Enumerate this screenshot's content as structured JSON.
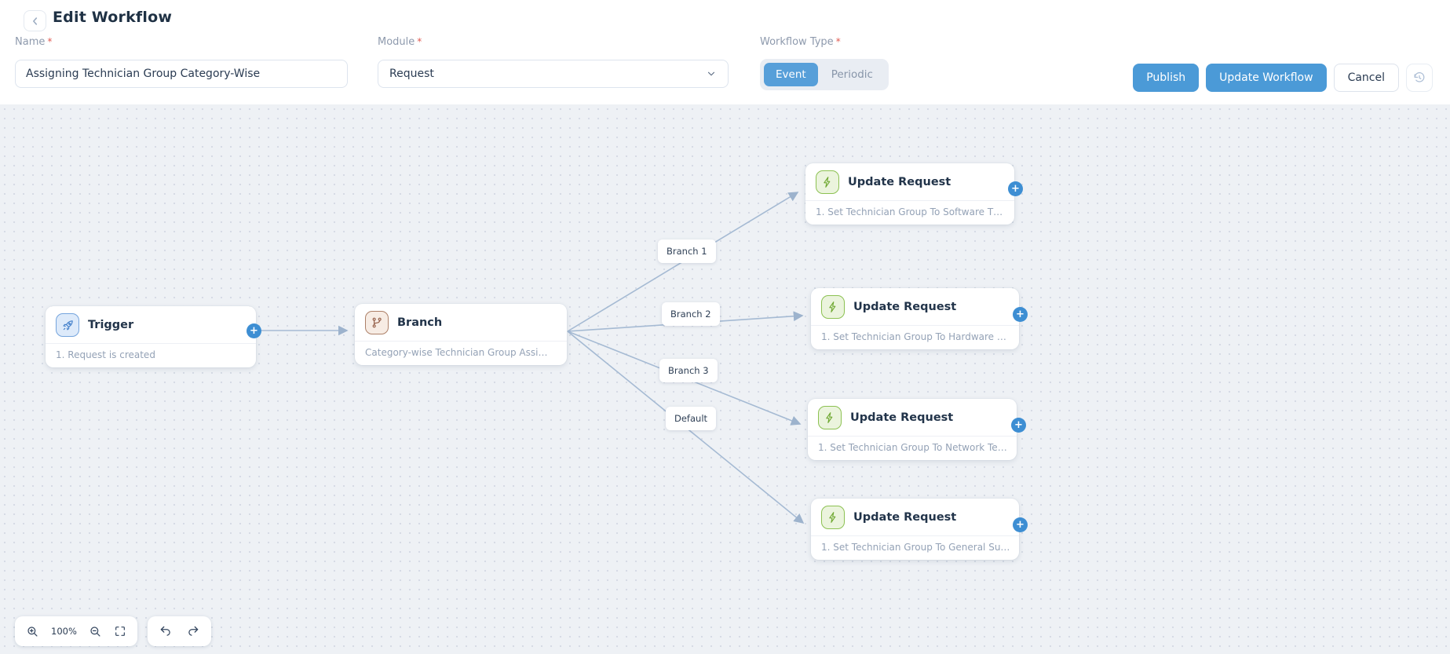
{
  "header": {
    "title": "Edit Workflow",
    "fields": {
      "name": {
        "label": "Name",
        "required_mark": "*",
        "value": "Assigning Technician Group Category-Wise"
      },
      "module": {
        "label": "Module",
        "required_mark": "*",
        "value": "Request"
      },
      "workflow_type": {
        "label": "Workflow Type",
        "required_mark": "*",
        "selected": "Event",
        "options": [
          "Event",
          "Periodic"
        ]
      }
    },
    "actions": {
      "publish": "Publish",
      "update_workflow": "Update Workflow",
      "cancel": "Cancel",
      "reset_icon": "history-restore-icon"
    }
  },
  "colors": {
    "primary_blue": "#4b9ad7",
    "canvas_bg": "#eef1f5",
    "edge_line": "#a5bad3",
    "trigger_icon_accent": "#3f7dc9",
    "branch_icon_accent": "#96604a",
    "update_icon_accent": "#6fa831"
  },
  "canvas": {
    "nodes": [
      {
        "type": "trigger",
        "icon": "rocket-icon",
        "title": "Trigger",
        "subtitle": "1. Request is created"
      },
      {
        "type": "branch",
        "icon": "branch-icon",
        "title": "Branch",
        "subtitle": "Category-wise Technician Group Assi…"
      },
      {
        "type": "update-request",
        "icon": "bolt-icon",
        "title": "Update Request",
        "subtitle": "1. Set Technician Group To Software T…"
      },
      {
        "type": "update-request",
        "icon": "bolt-icon",
        "title": "Update Request",
        "subtitle": "1. Set Technician Group To Hardware …"
      },
      {
        "type": "update-request",
        "icon": "bolt-icon",
        "title": "Update Request",
        "subtitle": "1. Set Technician Group To Network Te…"
      },
      {
        "type": "update-request",
        "icon": "bolt-icon",
        "title": "Update Request",
        "subtitle": "1. Set Technician Group To General Su…"
      }
    ],
    "edge_labels": [
      "Branch 1",
      "Branch 2",
      "Branch 3",
      "Default"
    ],
    "plus_label": "+",
    "zoom_toolbar": {
      "zoom_level": "100%"
    }
  }
}
